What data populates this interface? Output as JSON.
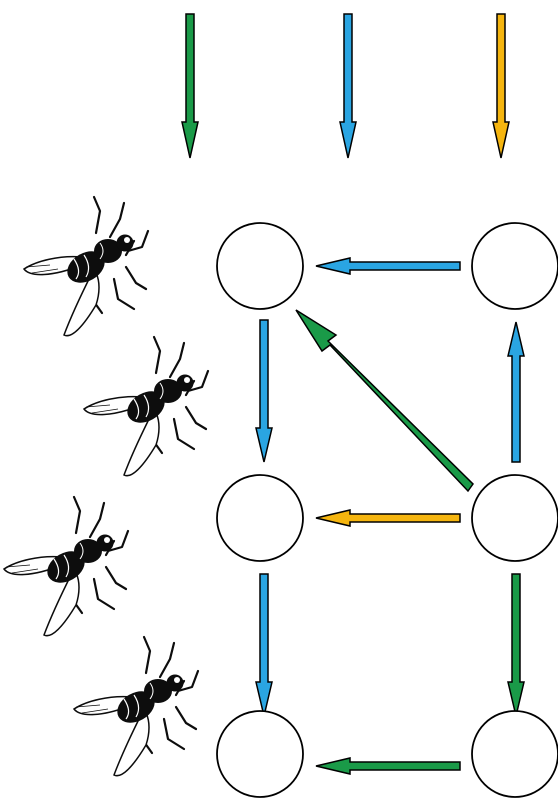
{
  "colors": {
    "green": "#1a9a48",
    "blue": "#2aa5e2",
    "yellow": "#f5b50f",
    "outline": "#000000",
    "node_fill": "#ffffff",
    "fly_body": "#0d0d0d",
    "fly_wing": "#ffffff"
  },
  "icons": {
    "fly": "fly-icon"
  },
  "diagram": {
    "nodes": [
      "node-top-left",
      "node-top-right",
      "node-middle-left",
      "node-middle-right",
      "node-bottom-left",
      "node-bottom-right"
    ],
    "input_arrows": [
      {
        "name": "input-arrow-green",
        "color": "green"
      },
      {
        "name": "input-arrow-blue",
        "color": "blue"
      },
      {
        "name": "input-arrow-yellow",
        "color": "yellow"
      }
    ],
    "edges": [
      {
        "name": "edge-top-right-to-top-left",
        "from": "node-top-right",
        "to": "node-top-left",
        "color": "blue"
      },
      {
        "name": "edge-top-left-to-middle-left",
        "from": "node-top-left",
        "to": "node-middle-left",
        "color": "blue"
      },
      {
        "name": "edge-middle-right-to-top-left",
        "from": "node-middle-right",
        "to": "node-top-left",
        "color": "green"
      },
      {
        "name": "edge-middle-right-to-top-right",
        "from": "node-middle-right",
        "to": "node-top-right",
        "color": "blue"
      },
      {
        "name": "edge-middle-right-to-middle-left",
        "from": "node-middle-right",
        "to": "node-middle-left",
        "color": "yellow"
      },
      {
        "name": "edge-middle-left-to-bottom-left",
        "from": "node-middle-left",
        "to": "node-bottom-left",
        "color": "blue"
      },
      {
        "name": "edge-middle-right-to-bottom-right",
        "from": "node-middle-right",
        "to": "node-bottom-right",
        "color": "green"
      },
      {
        "name": "edge-bottom-right-to-bottom-left",
        "from": "node-bottom-right",
        "to": "node-bottom-left",
        "color": "green"
      }
    ],
    "fly_count": 4
  }
}
